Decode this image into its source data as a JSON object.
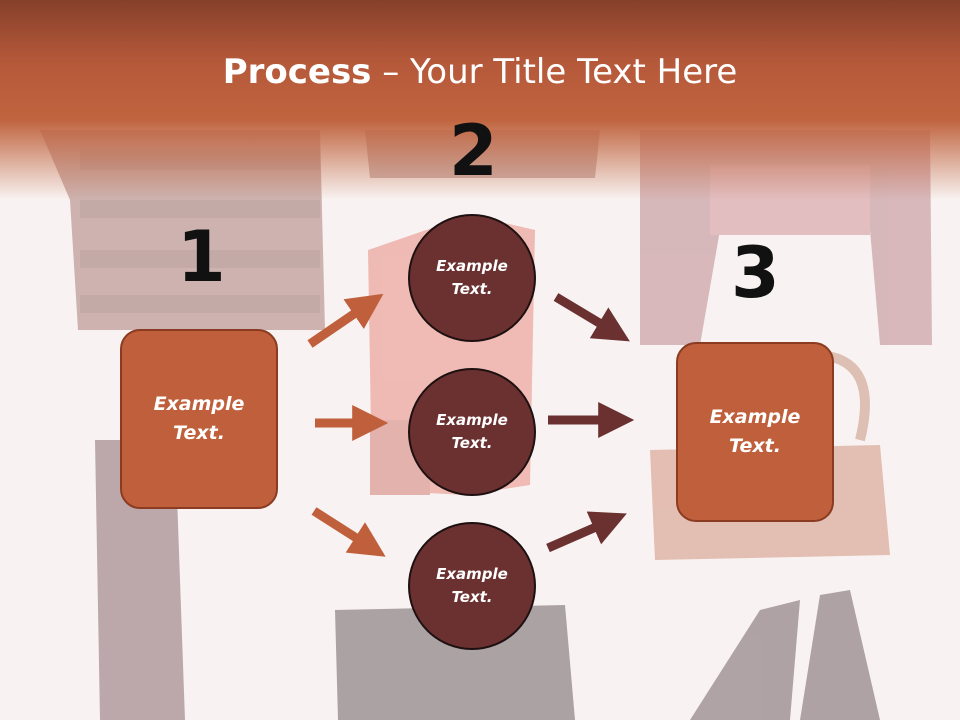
{
  "slide": {
    "title_bold": "Process",
    "title_rest": " – Your Title Text Here"
  },
  "steps": [
    {
      "number": "1",
      "text": "Example\nText."
    },
    {
      "number": "2",
      "text": ""
    },
    {
      "number": "3",
      "text": "Example\nText."
    }
  ],
  "circles": [
    {
      "text": "Example\nText."
    },
    {
      "text": "Example\nText."
    },
    {
      "text": "Example\nText."
    }
  ],
  "colors": {
    "header": "#b4583a",
    "box_fill": "#c05f3b",
    "circle_fill": "#6b3131",
    "arrow_left": "#c05f3b",
    "arrow_right": "#6b3131"
  }
}
